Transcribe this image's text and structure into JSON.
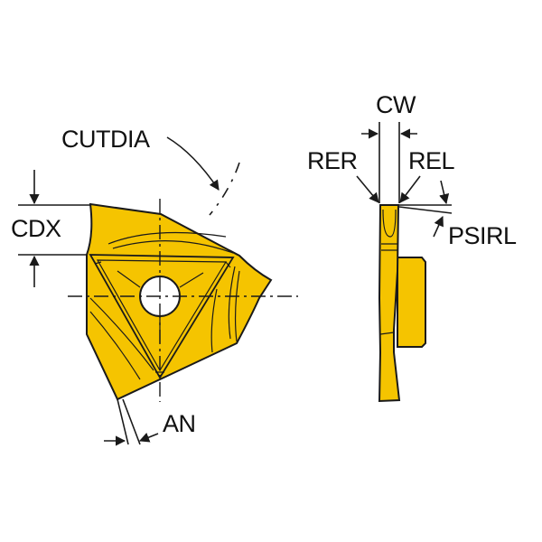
{
  "labels": {
    "cutdia": "CUTDIA",
    "cdx": "CDX",
    "an": "AN",
    "cw": "CW",
    "rer": "RER",
    "rel": "REL",
    "psirl": "PSIRL"
  },
  "colors": {
    "insert_fill": "#F5C400",
    "line": "#1a1a1a",
    "background": "#ffffff"
  }
}
